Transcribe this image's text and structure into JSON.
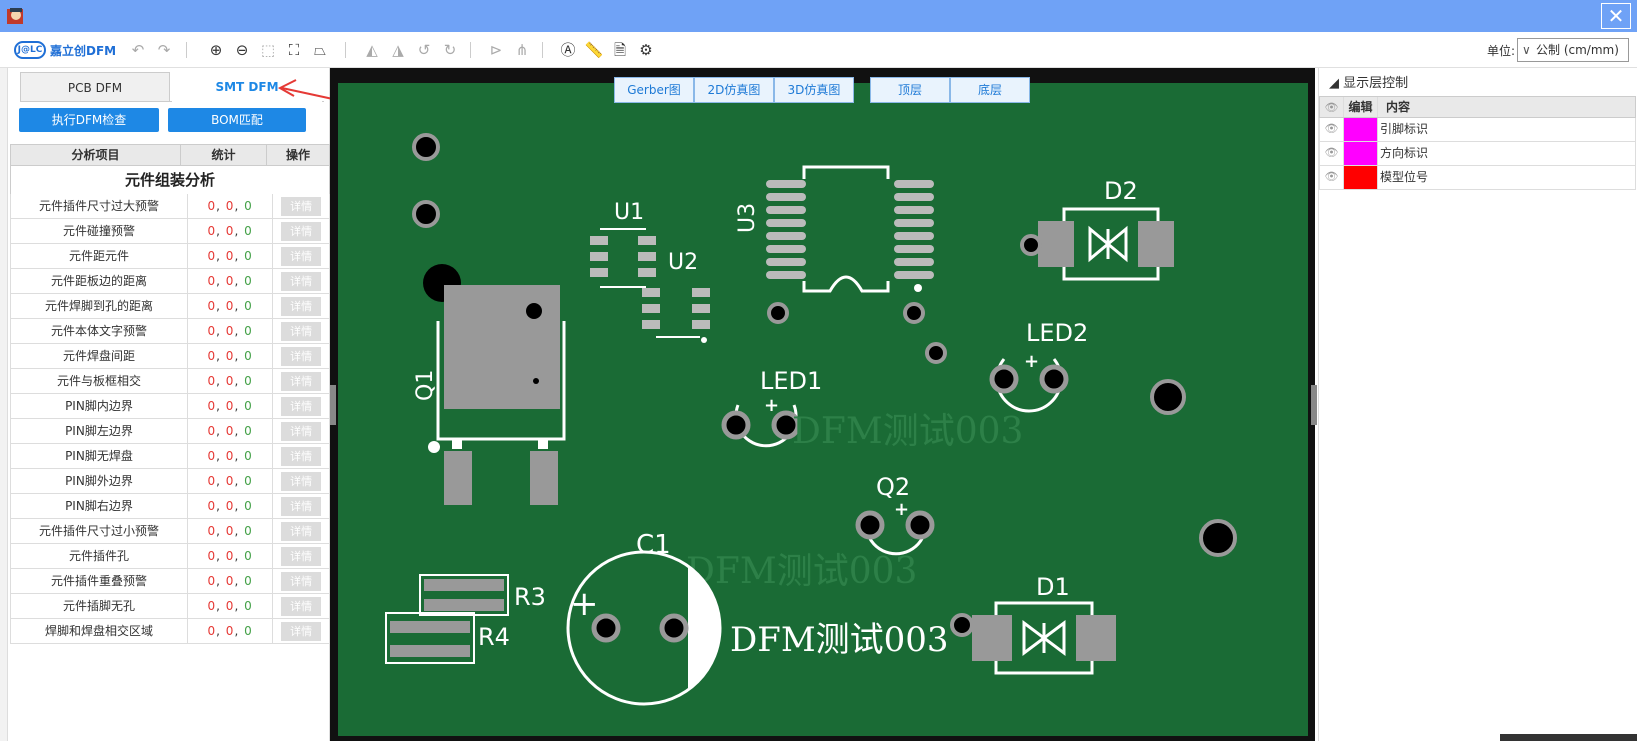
{
  "toolbar": {
    "logo_badge": "J@LC",
    "logo_text": "嘉立创DFM",
    "unit_label": "单位:",
    "unit_value": "公制 (cm/mm)"
  },
  "left_panel": {
    "tabs": [
      {
        "label": "PCB DFM"
      },
      {
        "label": "SMT DFM"
      }
    ],
    "buttons": {
      "run_check": "执行DFM检查",
      "bom_match": "BOM匹配"
    },
    "columns": {
      "item": "分析项目",
      "stat": "统计",
      "op": "操作"
    },
    "section_title": "元件组装分析",
    "detail_label": "详情",
    "rows": [
      {
        "name": "元件插件尺寸过大预警",
        "a": "0",
        "b": "0",
        "c": "0"
      },
      {
        "name": "元件碰撞预警",
        "a": "0",
        "b": "0",
        "c": "0"
      },
      {
        "name": "元件距元件",
        "a": "0",
        "b": "0",
        "c": "0"
      },
      {
        "name": "元件距板边的距离",
        "a": "0",
        "b": "0",
        "c": "0"
      },
      {
        "name": "元件焊脚到孔的距离",
        "a": "0",
        "b": "0",
        "c": "0"
      },
      {
        "name": "元件本体文字预警",
        "a": "0",
        "b": "0",
        "c": "0"
      },
      {
        "name": "元件焊盘间距",
        "a": "0",
        "b": "0",
        "c": "0"
      },
      {
        "name": "元件与板框相交",
        "a": "0",
        "b": "0",
        "c": "0"
      },
      {
        "name": "PIN脚内边界",
        "a": "0",
        "b": "0",
        "c": "0"
      },
      {
        "name": "PIN脚左边界",
        "a": "0",
        "b": "0",
        "c": "0"
      },
      {
        "name": "PIN脚无焊盘",
        "a": "0",
        "b": "0",
        "c": "0"
      },
      {
        "name": "PIN脚外边界",
        "a": "0",
        "b": "0",
        "c": "0"
      },
      {
        "name": "PIN脚右边界",
        "a": "0",
        "b": "0",
        "c": "0"
      },
      {
        "name": "元件插件尺寸过小预警",
        "a": "0",
        "b": "0",
        "c": "0"
      },
      {
        "name": "元件插件孔",
        "a": "0",
        "b": "0",
        "c": "0"
      },
      {
        "name": "元件插件重叠预警",
        "a": "0",
        "b": "0",
        "c": "0"
      },
      {
        "name": "元件插脚无孔",
        "a": "0",
        "b": "0",
        "c": "0"
      },
      {
        "name": "焊脚和焊盘相交区域",
        "a": "0",
        "b": "0",
        "c": "0"
      }
    ]
  },
  "viewer": {
    "view_tabs": [
      "Gerber图",
      "2D仿真图",
      "3D仿真图"
    ],
    "layer_tabs": [
      "顶层",
      "底层"
    ],
    "labels": {
      "u1": "U1",
      "u2": "U2",
      "u3": "U3",
      "d2": "D2",
      "q1": "Q1",
      "led1": "LED1",
      "led2": "LED2",
      "q2": "Q2",
      "c1": "C1",
      "r3": "R3",
      "r4": "R4",
      "d1": "D1",
      "plus": "+",
      "watermark": "DFM测试003"
    }
  },
  "right_panel": {
    "title": "显示层控制",
    "columns": {
      "edit": "编辑",
      "content": "内容"
    },
    "layers": [
      {
        "name": "引脚标识",
        "color": "#ff00ff"
      },
      {
        "name": "方向标识",
        "color": "#ff00ff"
      },
      {
        "name": "模型位号",
        "color": "#ff0000"
      }
    ]
  }
}
